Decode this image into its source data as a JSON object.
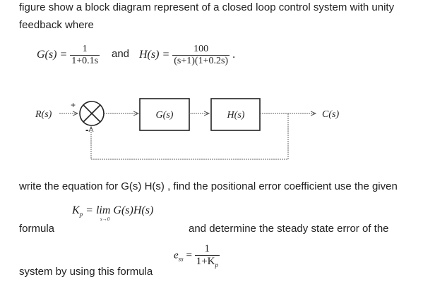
{
  "intro": {
    "line1": "figure show a block diagram represent of a closed loop control system with unity",
    "line2": "feedback where"
  },
  "equations": {
    "g_lhs": "G(s) =",
    "g_num": "1",
    "g_den": "1+0.1s",
    "and": "and",
    "h_lhs": "H(s) =",
    "h_num": "100",
    "h_den": "(s+1)(1+0.2s)",
    "period": "."
  },
  "diagram": {
    "input_label": "R(s)",
    "plus_sign": "+",
    "minus_sign": "-",
    "block1_label": "G(s)",
    "block2_label": "H(s)",
    "output_label": "C(s)"
  },
  "question": {
    "line1": "write the equation for G(s) H(s) , find the positional error coefficient use the given",
    "formula_word": "formula",
    "kp_formula": "K",
    "kp_sub": "p",
    "kp_rest": "= lim G(s)H(s)",
    "kp_limit": "s→0",
    "line2_right": "and determine the steady state error of the",
    "ess_lhs": "e",
    "ess_sub": "ss",
    "ess_eq": "=",
    "ess_num": "1",
    "ess_den": "1+K",
    "ess_den_sub": "p",
    "line3": "system by using this formula"
  }
}
